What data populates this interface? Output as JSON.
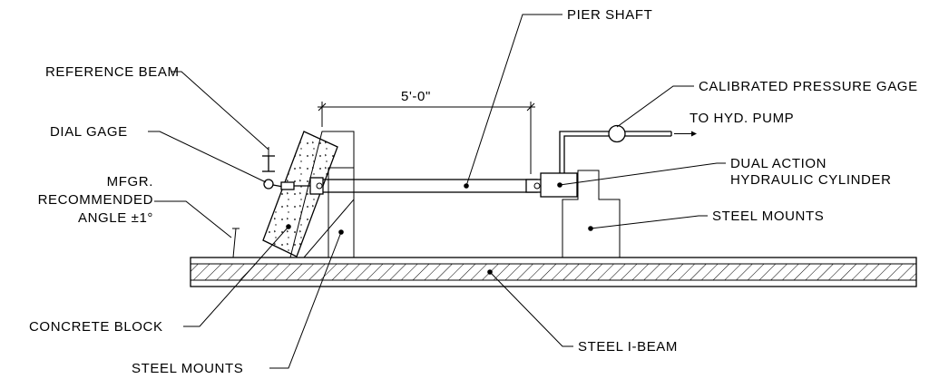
{
  "labels": {
    "pier_shaft": "PIER SHAFT",
    "reference_beam": "REFERENCE BEAM",
    "dimension": "5'-0\"",
    "calibrated_gage": "CALIBRATED PRESSURE GAGE",
    "to_pump": "TO HYD. PUMP",
    "dial_gage": "DIAL GAGE",
    "dual_action_1": "DUAL ACTION",
    "dual_action_2": "HYDRAULIC CYLINDER",
    "mfgr_1": "MFGR.",
    "mfgr_2": "RECOMMENDED",
    "mfgr_3": "ANGLE ±1°",
    "steel_mounts_right": "STEEL MOUNTS",
    "concrete_block": "CONCRETE BLOCK",
    "steel_ibeam": "STEEL I-BEAM",
    "steel_mounts_bottom": "STEEL MOUNTS"
  },
  "colors": {
    "line": "#000000",
    "background": "#ffffff"
  }
}
